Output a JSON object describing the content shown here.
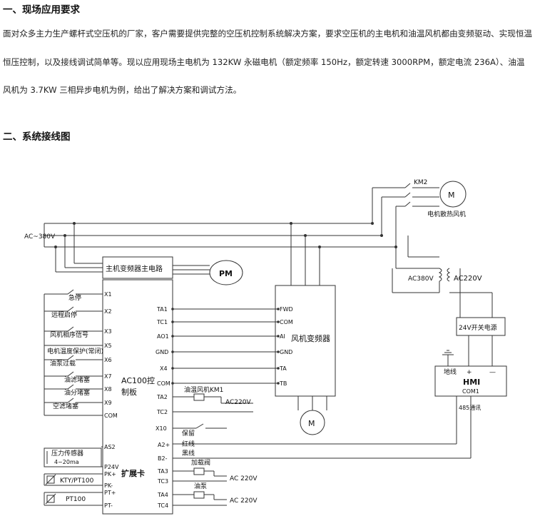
{
  "section1": {
    "title": "一、现场应用要求",
    "para1": "面对众多主力生产螺杆式空压机的厂家，客户需要提供完整的空压机控制系统解决方案，要求空压机的主电机和油温风机都由变频驱动、实现恒温恒压控制，以及接线调试简单等。现以应用现场主电机为 132KW 永磁电机（额定频率 150Hz，额定转速 3000RPM，额定电流 236A）、油温风机为 3.7KW 三相异步电机为例，给出了解决方案和调试方法。"
  },
  "section2": {
    "title": "二、系统接线图"
  },
  "diagram": {
    "supply": "AC~380V",
    "km2": "KM2",
    "fan_motor": "M",
    "fan_motor_label": "电机散热风机",
    "main_drive": "主机变频器主电路",
    "pm_motor": "PM",
    "transformer_primary": "AC380V",
    "transformer_secondary": "AC220V",
    "psu": "24V开关电源",
    "hmi": {
      "title": "HMI",
      "ground": "地线",
      "plus": "+",
      "minus": "—",
      "com1": "COM1",
      "rs485": "485通讯"
    },
    "controller": "AC100控制板",
    "fan_vfd": "风机变频器",
    "fan_vfd_motor": "M",
    "expansion": "扩展卡",
    "input_labels": [
      "急停",
      "远程启停",
      "风机相序信号",
      "电机温度保护(常闭)",
      "油泵过载",
      "油滤堵塞",
      "油分堵塞",
      "空滤堵塞"
    ],
    "input_terminals": [
      "X1",
      "X2",
      "X3",
      "X5",
      "X6",
      "X7",
      "X8",
      "X9",
      "COM"
    ],
    "right_terminals": [
      "TA1",
      "TC1",
      "AO1",
      "GND",
      "X4",
      "COM",
      "TA2",
      "TC2",
      "X10"
    ],
    "fan_terminals": [
      "FWD",
      "COM",
      "AI",
      "GND",
      "TA",
      "TB"
    ],
    "km1": "油温风机KM1",
    "km1_supply": "AC220V",
    "reserve": "保留",
    "exp_left": [
      "AS2",
      "P24V",
      "PK+",
      "PK-",
      "PT+",
      "PT-"
    ],
    "exp_right": [
      "A2+",
      "B2-",
      "TA3",
      "TC3",
      "TA4",
      "TC4"
    ],
    "pressure_sensor": "压力传感器",
    "pressure_range": "4~20ma",
    "kty": "KTY/PT100",
    "pt100": "PT100",
    "red_wire": "红线",
    "black_wire": "黑线",
    "load_valve": "加载阀",
    "oil_pump": "油泵",
    "ac220_a": "AC 220V",
    "ac220_b": "AC 220V"
  }
}
